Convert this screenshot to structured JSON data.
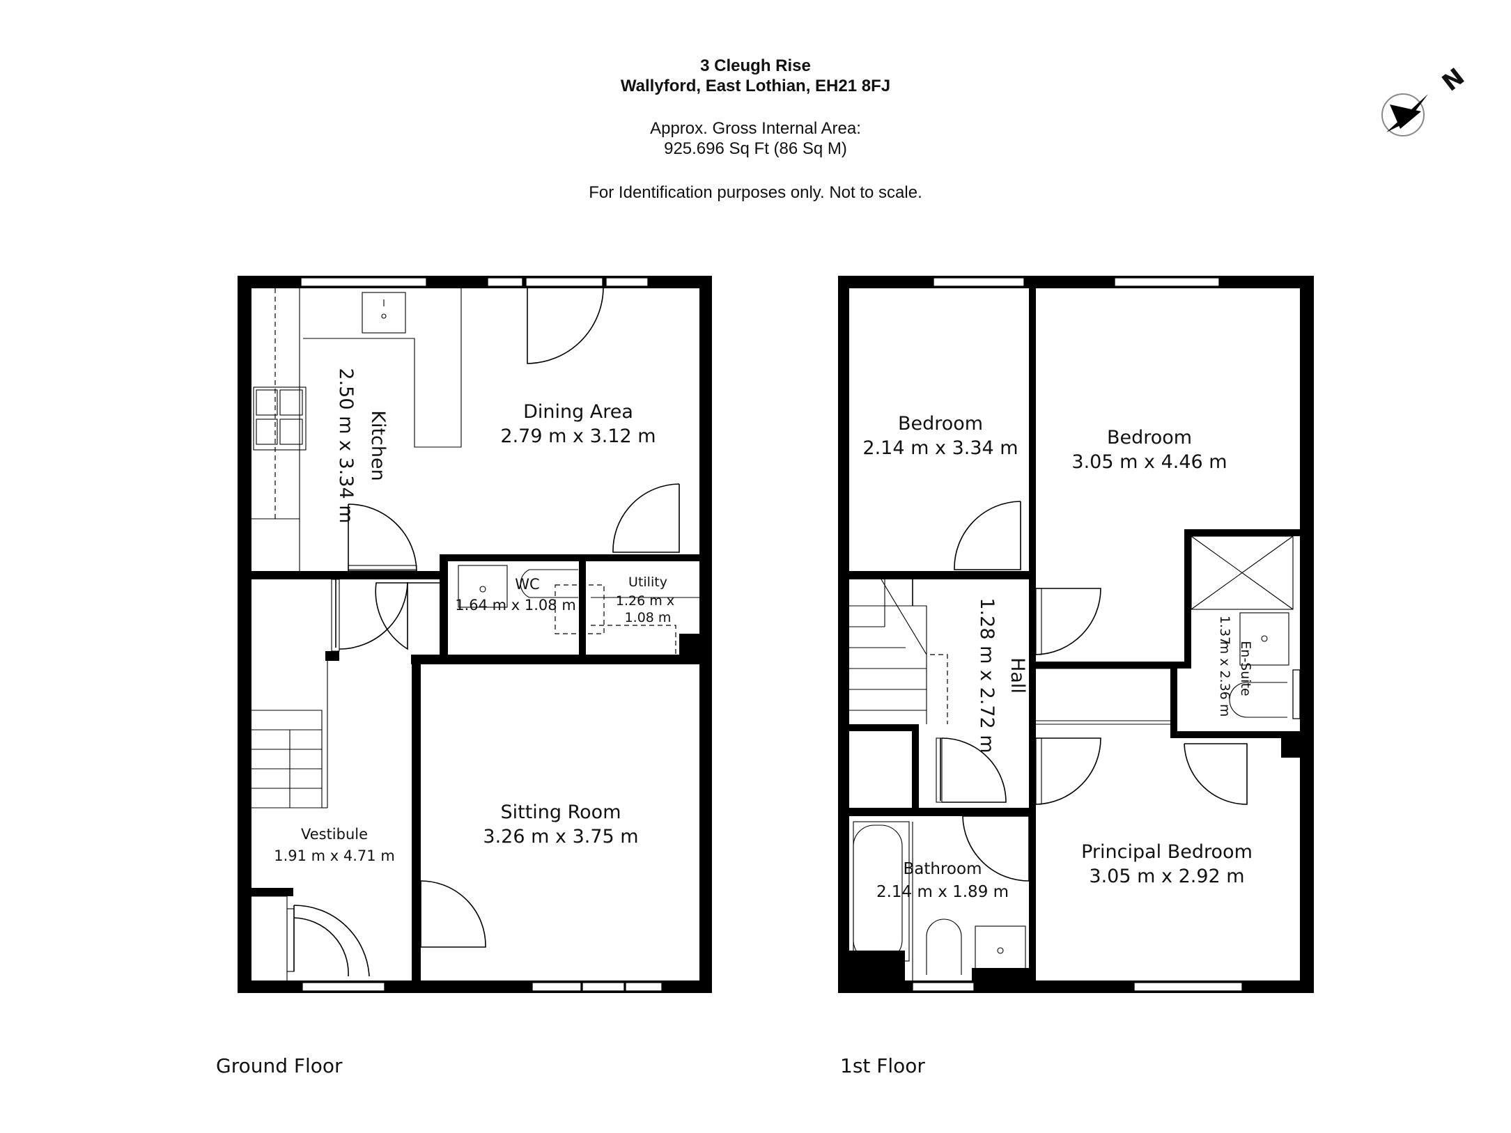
{
  "header": {
    "address_line1": "3 Cleugh Rise",
    "address_line2": "Wallyford, East Lothian, EH21 8FJ",
    "area_line1": "Approx. Gross Internal Area:",
    "area_line2": "925.696 Sq Ft (86 Sq M)",
    "disclaimer": "For Identification purposes only. Not to scale."
  },
  "compass": {
    "label": "N",
    "icon": "north-arrow-icon"
  },
  "floors": [
    {
      "name": "Ground Floor",
      "rooms": [
        {
          "name": "Kitchen",
          "dimensions": "2.50 m x 3.34 m"
        },
        {
          "name": "Dining Area",
          "dimensions": "2.79 m x 3.12 m"
        },
        {
          "name": "WC",
          "dimensions": "1.64 m x 1.08 m"
        },
        {
          "name": "Utility",
          "dimensions_line1": "1.26 m x",
          "dimensions_line2": "1.08 m"
        },
        {
          "name": "Vestibule",
          "dimensions": "1.91 m x 4.71 m"
        },
        {
          "name": "Sitting Room",
          "dimensions": "3.26 m x 3.75 m"
        }
      ]
    },
    {
      "name": "1st Floor",
      "rooms": [
        {
          "name": "Bedroom",
          "dimensions": "2.14 m x 3.34 m"
        },
        {
          "name": "Bedroom",
          "dimensions": "3.05 m x 4.46 m"
        },
        {
          "name": "En-Suite",
          "dimensions_line1": "1.37",
          "dimensions_line2": "m x 2.36 m"
        },
        {
          "name": "Hall",
          "dimensions": "1.28 m x 2.72 m"
        },
        {
          "name": "Bathroom",
          "dimensions": "2.14 m x 1.89 m"
        },
        {
          "name": "Principal Bedroom",
          "dimensions": "3.05 m x 2.92 m"
        }
      ]
    }
  ]
}
